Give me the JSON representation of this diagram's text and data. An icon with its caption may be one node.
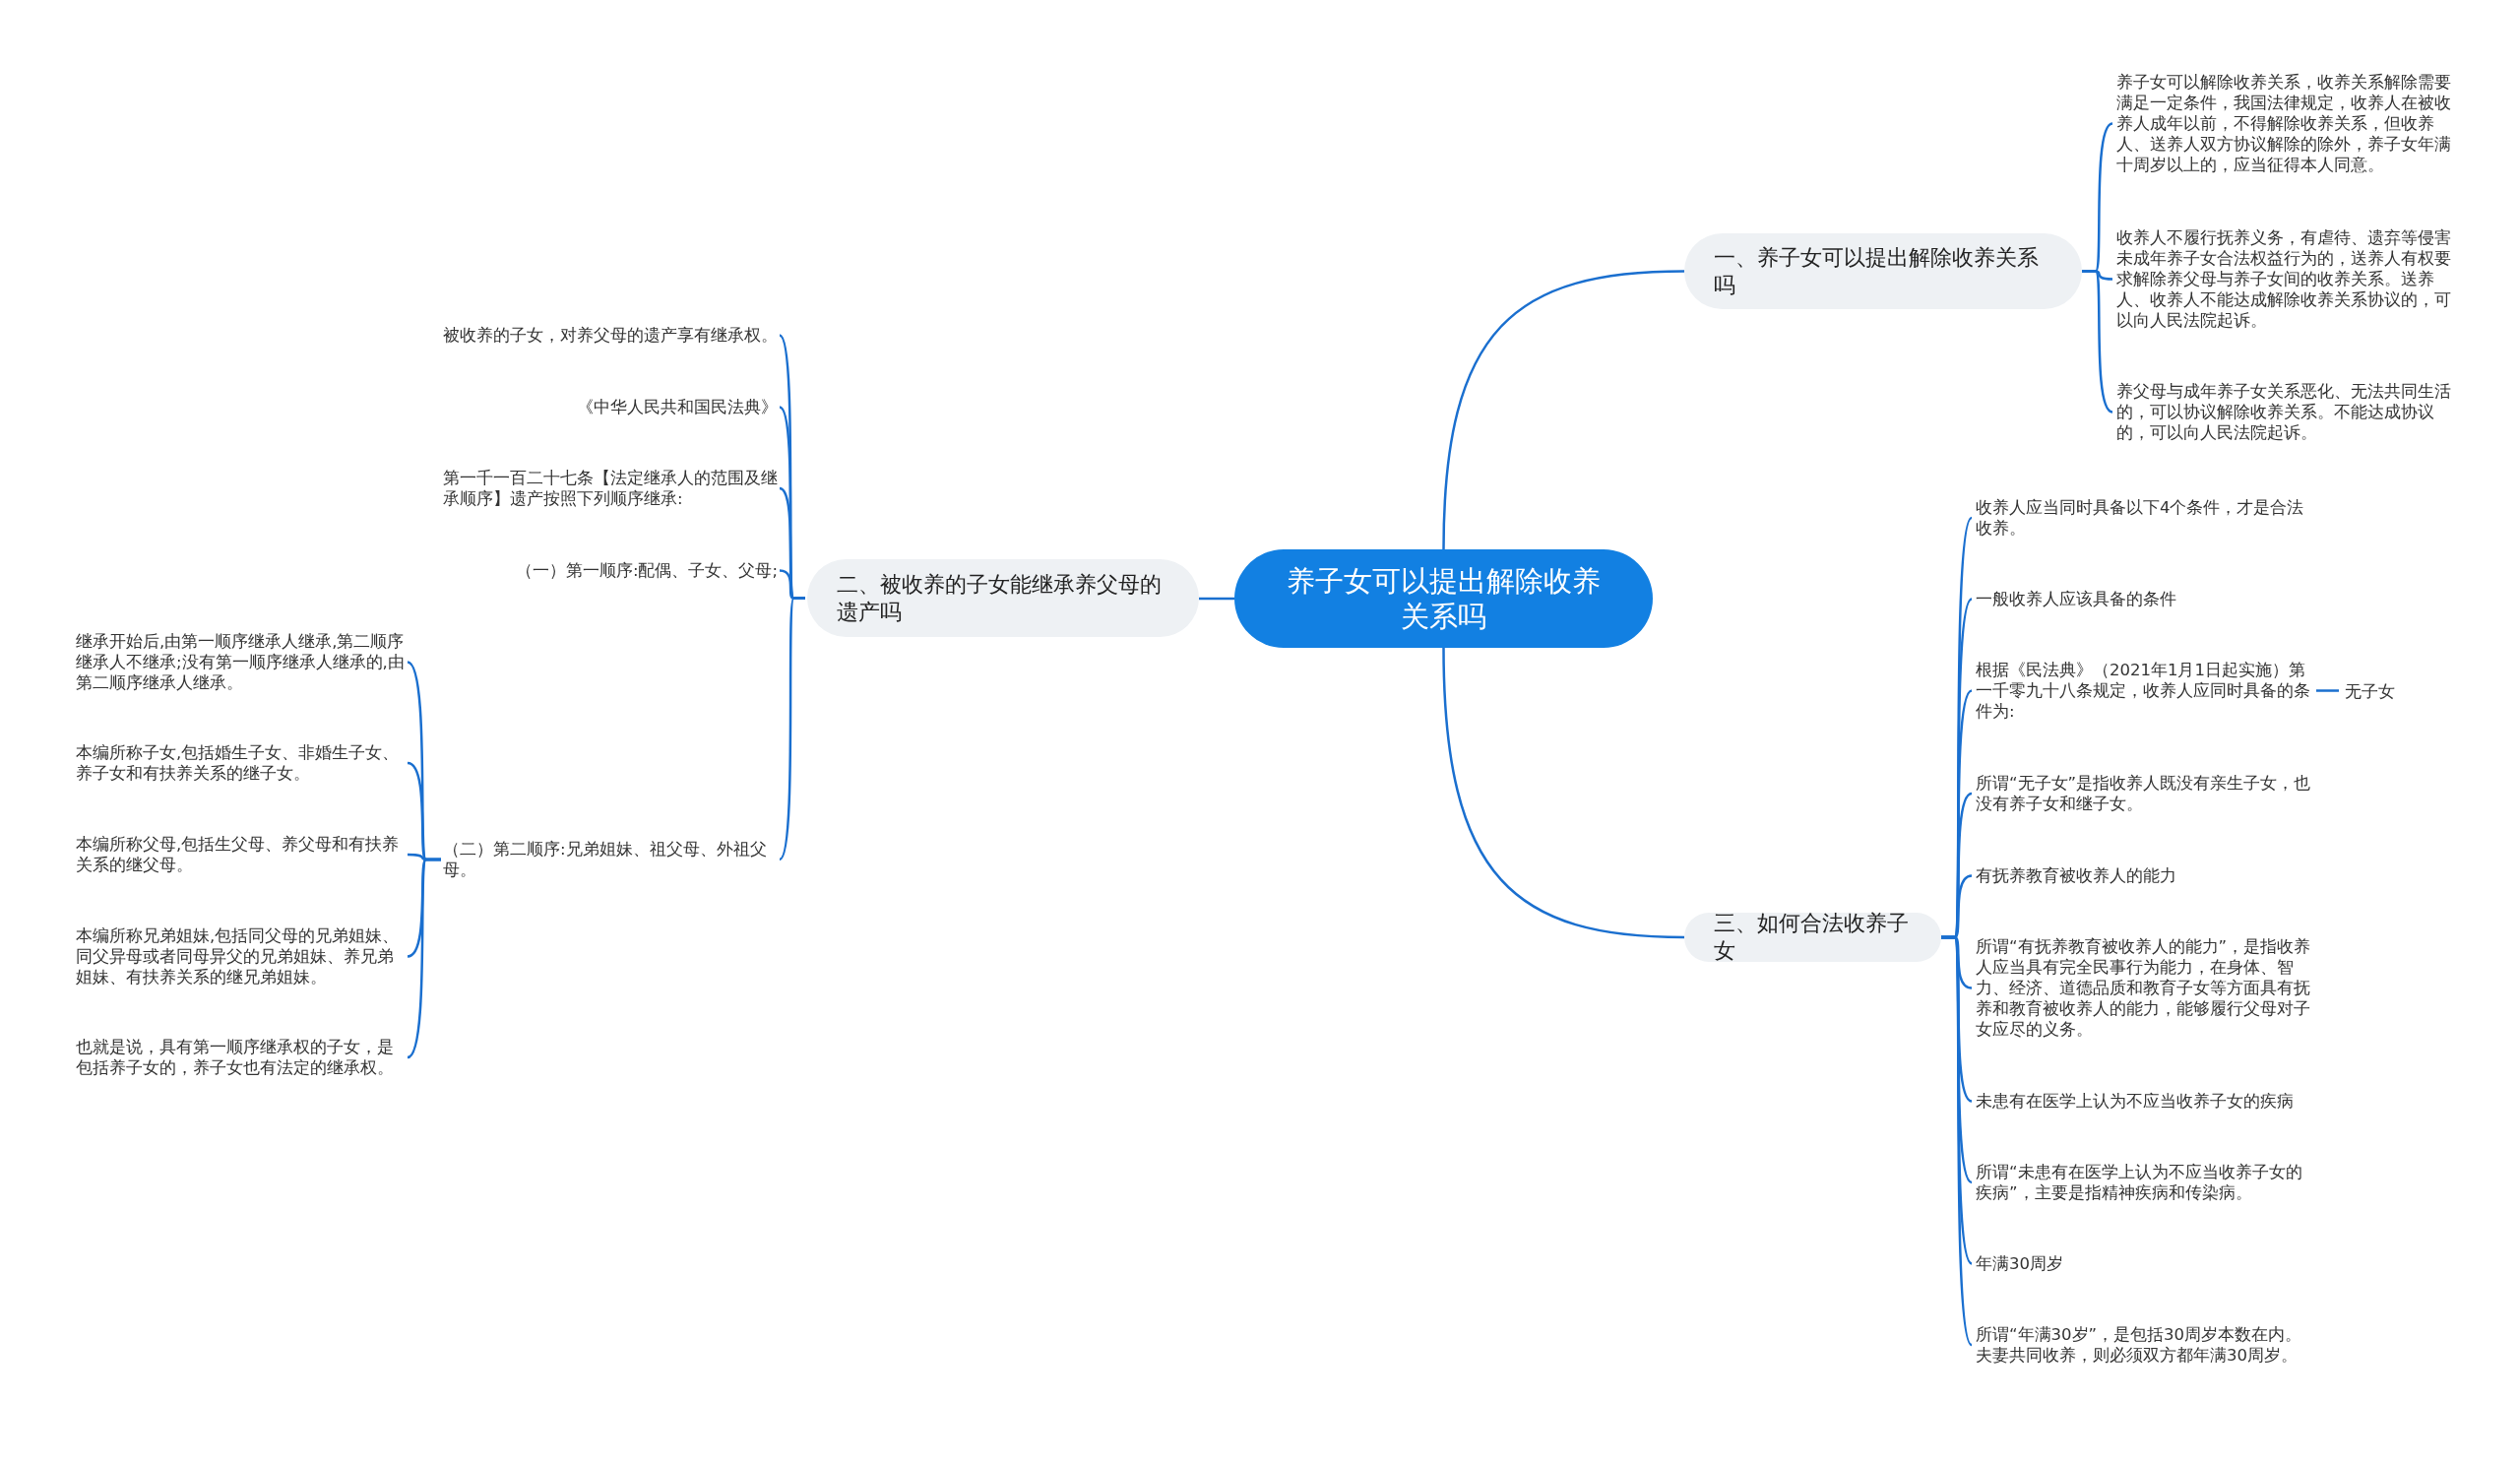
{
  "diagram": {
    "nodes": [
      {
        "text": [
          "养子女可以提出解除收养关系吗"
        ]
      },
      {
        "text": [
          "一、养子女可以提出解除收养关系吗"
        ]
      },
      {
        "text": [
          "养子女可以解除收养关系，收养关系解除需要满足一定条件，我国法律规定，收养人在被收养人成年以前，不得解除收养关系，但收养人、送养人双方协议解除的除外，养子女年满十周岁以上的，应当征得本人同意。"
        ]
      },
      {
        "text": [
          "收养人不履行抚养义务，有虐待、遗弃等侵害未成年养子女合法权益行为的，送养人有权要求解除养父母与养子女间的收养关系。送养人、收养人不能达成解除收养关系协议的，可以向人民法院起诉。"
        ]
      },
      {
        "text": [
          "养父母与成年养子女关系恶化、无法共同生活的，可以协议解除收养关系。不能达成协议的，可以向人民法院起诉。"
        ]
      },
      {
        "text": [
          "二、被收养的子女能继承养父母的遗产吗"
        ]
      },
      {
        "text": [
          "被收养的子女，对养父母的遗产享有继承权。"
        ]
      },
      {
        "text": [
          "《中华人民共和国民法典》"
        ]
      },
      {
        "text": [
          "第一千一百二十七条【法定继承人的范围及继承顺序】遗产按照下列顺序继承:"
        ]
      },
      {
        "text": [
          "（一）第一顺序:配偶、子女、父母;"
        ]
      },
      {
        "text": [
          "（二）第二顺序:兄弟姐妹、祖父母、外祖父母。"
        ]
      },
      {
        "text": [
          "继承开始后,由第一顺序继承人继承,第二顺序继承人不继承;没有第一顺序继承人继承的,由第二顺序继承人继承。"
        ]
      },
      {
        "text": [
          "本编所称子女,包括婚生子女、非婚生子女、养子女和有扶养关系的继子女。"
        ]
      },
      {
        "text": [
          "本编所称父母,包括生父母、养父母和有扶养关系的继父母。"
        ]
      },
      {
        "text": [
          "本编所称兄弟姐妹,包括同父母的兄弟姐妹、同父异母或者同母异父的兄弟姐妹、养兄弟姐妹、有扶养关系的继兄弟姐妹。"
        ]
      },
      {
        "text": [
          "也就是说，具有第一顺序继承权的子女，是包括养子女的，养子女也有法定的继承权。"
        ]
      },
      {
        "text": [
          "三、如何合法收养子女"
        ]
      },
      {
        "text": [
          "收养人应当同时具备以下4个条件，才是合法收养。"
        ]
      },
      {
        "text": [
          "一般收养人应该具备的条件"
        ]
      },
      {
        "text": [
          "根据《民法典》（2021年1月1日起实施）第一千零九十八条规定，收养人应同时具备的条件为:"
        ]
      },
      {
        "text": [
          "无子女"
        ]
      },
      {
        "text": [
          "所谓“无子女”是指收养人既没有亲生子女，也没有养子女和继子女。"
        ]
      },
      {
        "text": [
          "有抚养教育被收养人的能力"
        ]
      },
      {
        "text": [
          "所谓“有抚养教育被收养人的能力”，是指收养人应当具有完全民事行为能力，在身体、智力、经济、道德品质和教育子女等方面具有抚养和教育被收养人的能力，能够履行父母对子女应尽的义务。"
        ]
      },
      {
        "text": [
          "未患有在医学上认为不应当收养子女的疾病"
        ]
      },
      {
        "text": [
          "所谓“未患有在医学上认为不应当收养子女的疾病”，主要是指精神疾病和传染病。"
        ]
      },
      {
        "text": [
          "年满30周岁"
        ]
      },
      {
        "text": [
          "所谓“年满30岁”，是包括30周岁本数在内。夫妻共同收养，则必须双方都年满30周岁。"
        ]
      }
    ],
    "edges": [
      {
        "from": 0,
        "to": 1,
        "arrow": "none"
      },
      {
        "from": 1,
        "to": 2,
        "arrow": "none"
      },
      {
        "from": 1,
        "to": 3,
        "arrow": "none"
      },
      {
        "from": 1,
        "to": 4,
        "arrow": "none"
      },
      {
        "from": 0,
        "to": 5,
        "arrow": "none"
      },
      {
        "from": 5,
        "to": 6,
        "arrow": "none"
      },
      {
        "from": 5,
        "to": 7,
        "arrow": "none"
      },
      {
        "from": 5,
        "to": 8,
        "arrow": "none"
      },
      {
        "from": 5,
        "to": 9,
        "arrow": "none"
      },
      {
        "from": 5,
        "to": 10,
        "arrow": "none"
      },
      {
        "from": 10,
        "to": 11,
        "arrow": "none"
      },
      {
        "from": 10,
        "to": 12,
        "arrow": "none"
      },
      {
        "from": 10,
        "to": 13,
        "arrow": "none"
      },
      {
        "from": 10,
        "to": 14,
        "arrow": "none"
      },
      {
        "from": 10,
        "to": 15,
        "arrow": "none"
      },
      {
        "from": 0,
        "to": 16,
        "arrow": "none"
      },
      {
        "from": 16,
        "to": 17,
        "arrow": "none"
      },
      {
        "from": 16,
        "to": 18,
        "arrow": "none"
      },
      {
        "from": 16,
        "to": 19,
        "arrow": "none"
      },
      {
        "from": 19,
        "to": 20,
        "arrow": "none"
      },
      {
        "from": 16,
        "to": 21,
        "arrow": "none"
      },
      {
        "from": 16,
        "to": 22,
        "arrow": "none"
      },
      {
        "from": 16,
        "to": 23,
        "arrow": "none"
      },
      {
        "from": 16,
        "to": 24,
        "arrow": "none"
      },
      {
        "from": 16,
        "to": 25,
        "arrow": "none"
      },
      {
        "from": 16,
        "to": 26,
        "arrow": "none"
      },
      {
        "from": 16,
        "to": 27,
        "arrow": "none"
      }
    ]
  }
}
